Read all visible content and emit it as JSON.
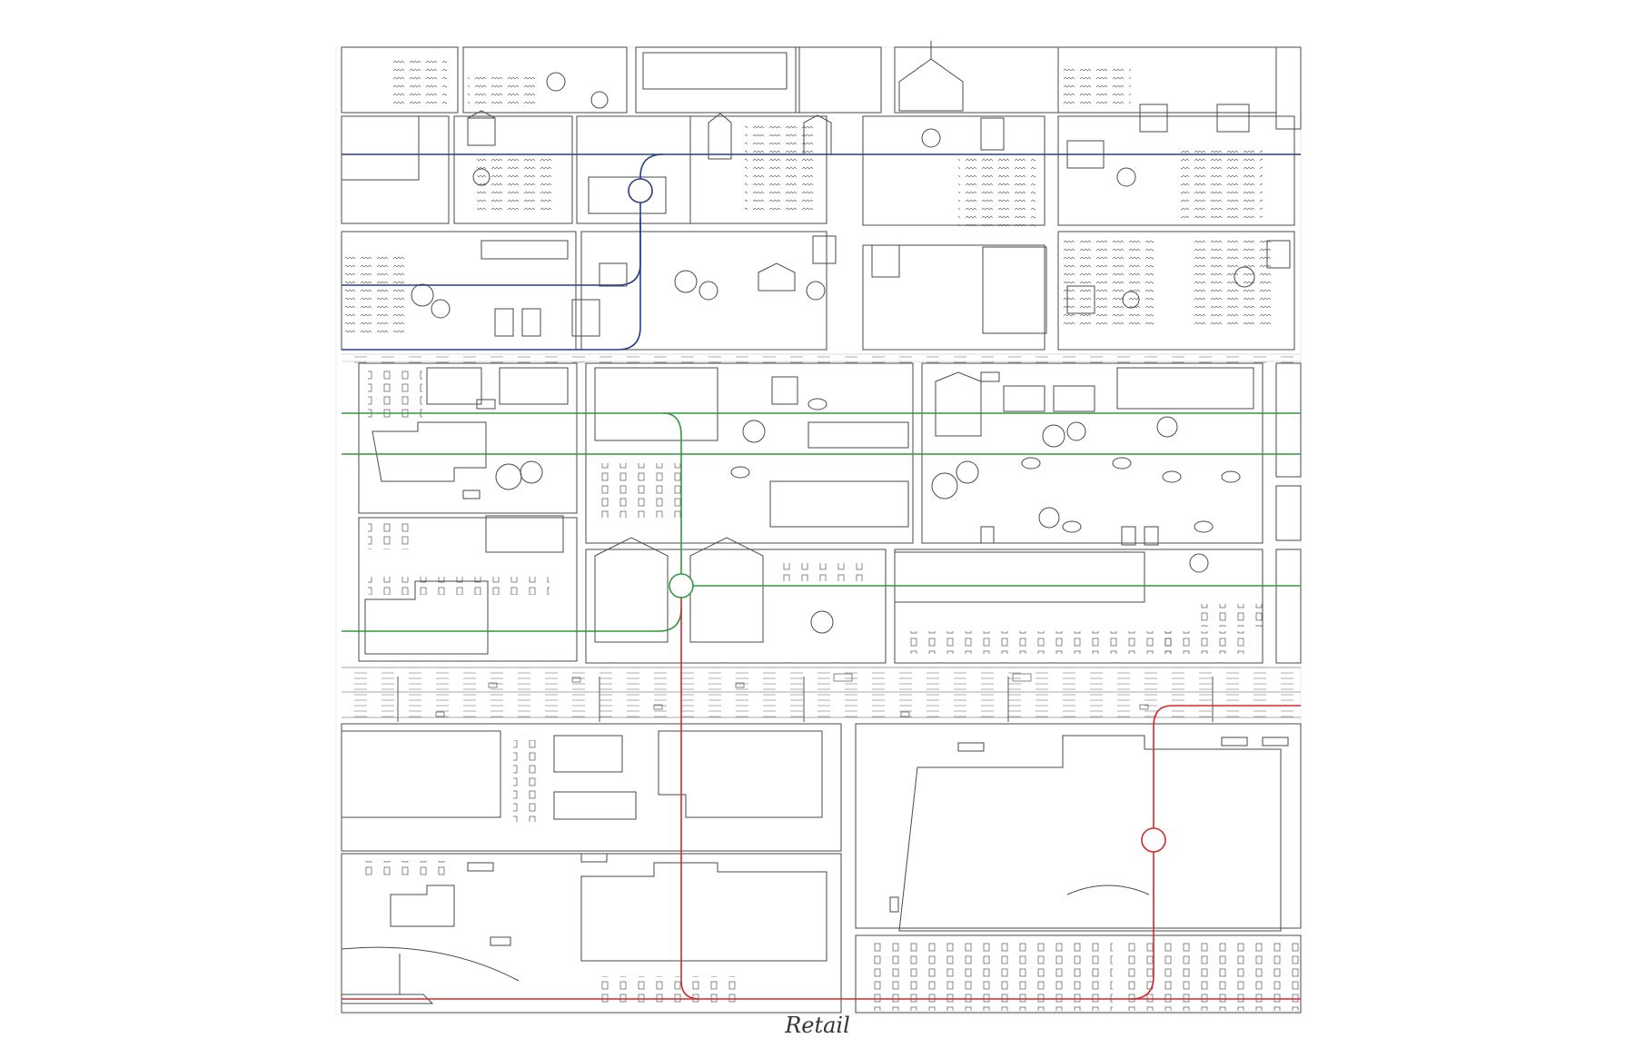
{
  "caption": "Retail",
  "colors": {
    "ink": "#4a4a4a",
    "blue_line": "#2c3e86",
    "green_line": "#2f9a3f",
    "red_line": "#d42a2a",
    "background": "#ffffff"
  },
  "transit_lines": [
    {
      "name": "blue",
      "color_key": "blue_line"
    },
    {
      "name": "green",
      "color_key": "green_line"
    },
    {
      "name": "red",
      "color_key": "red_line"
    }
  ],
  "icons": {
    "building": "house-icon",
    "tree": "tree-icon",
    "truck": "truck-icon",
    "car": "car-icon",
    "station": "station-circle-icon"
  }
}
